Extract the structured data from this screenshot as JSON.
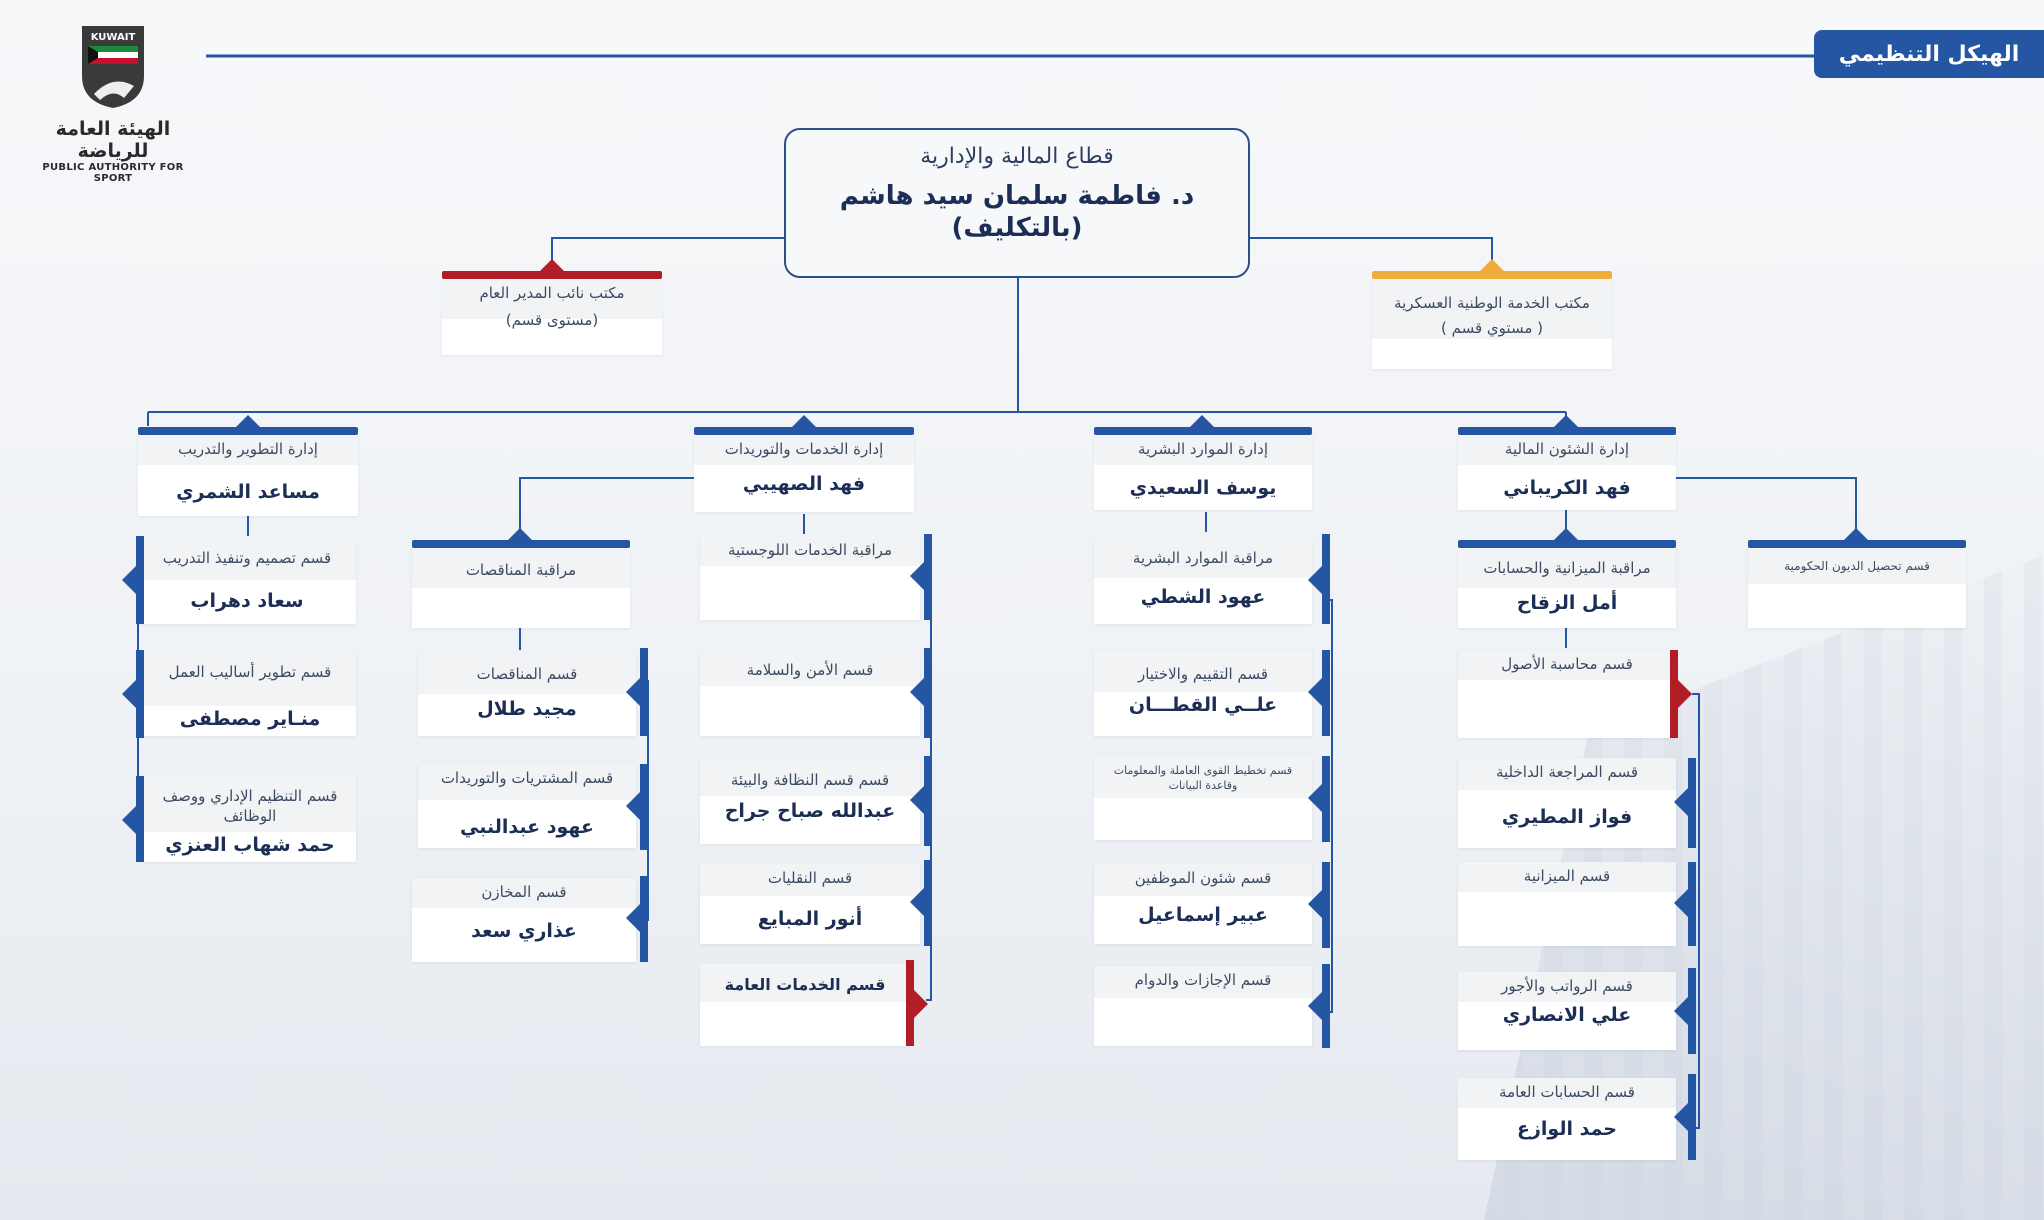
{
  "page_title": "الهيكل التنظيمي",
  "logo": {
    "arabic_name": "الهيئة العامة للرياضة",
    "english_name": "PUBLIC AUTHORITY FOR SPORT",
    "emblem_text": "KUWAIT"
  },
  "head": {
    "sector": "قطاع المالية والإدارية",
    "name": "د. فاطمة سلمان سيد هاشم",
    "note": "(بالتكليف)"
  },
  "offices": {
    "deputy": {
      "title": "مكتب نائب المدير العام",
      "level": "(مستوى قسم)"
    },
    "military": {
      "title": "مكتب الخدمة الوطنية العسكرية",
      "level": "( مستوي قسم )"
    }
  },
  "depts": {
    "finance": {
      "title": "إدارة الشئون المالية",
      "name": "فهد الكريباني",
      "debt": "قسم تحصيل الديون الحكومية",
      "budget_ctrl": {
        "title": "مراقبة الميزانية والحسابات",
        "name": "أمل الزقاح"
      },
      "asset": "قسم محاسبة الأصول",
      "audit": {
        "title": "قسم المراجعة الداخلية",
        "name": "فواز المطيري"
      },
      "budget": "قسم الميزانية",
      "salaries": {
        "title": "قسم الرواتب والأجور",
        "name": "علي الانصاري"
      },
      "general_acc": {
        "title": "قسم الحسابات العامة",
        "name": "حمد الوازع"
      }
    },
    "hr": {
      "title": "إدارة الموارد البشرية",
      "name": "يوسف السعيدي",
      "control": {
        "title": "مراقبة الموارد البشرية",
        "name": "عهود الشطي"
      },
      "eval": {
        "title": "قسم التقييم والاختيار",
        "name": "علــي القطـــان"
      },
      "planning": "قسم تخطيط القوى العاملة والمعلومات وقاعدة البيانات",
      "affairs": {
        "title": "قسم شئون الموظفين",
        "name": "عبير إسماعيل"
      },
      "leave": "قسم الإجازات والدوام"
    },
    "services": {
      "title": "إدارة الخدمات والتوريدات",
      "name": "فهد الصهيبي",
      "logistics": "مراقبة الخدمات اللوجستية",
      "security": "قسم الأمن والسلامة",
      "cleaning": {
        "title": "قسم قسم النظافة والبيئة",
        "name": "عبدالله صباح جراح"
      },
      "transport": {
        "title": "قسم النقليات",
        "name": "أنور المبايع"
      },
      "general": "قسم الخدمات العامة",
      "tenders_ctrl": "مراقبة المناقصات",
      "tenders": {
        "title": "قسم المناقصات",
        "name": "مجيد طلال"
      },
      "purchasing": {
        "title": "قسم المشتريات والتوريدات",
        "name": "عهود عبدالنبي"
      },
      "stores": {
        "title": "قسم المخازن",
        "name": "عذاري سعد"
      }
    },
    "training": {
      "title": "إدارة التطوير والتدريب",
      "name": "مساعد الشمري",
      "design": {
        "title": "قسم تصميم وتنفيذ التدريب",
        "name": "سعاد دهراب"
      },
      "methods": {
        "title": "قسم تطوير أساليب العمل",
        "name": "منـاير مصطفى"
      },
      "org": {
        "title": "قسم التنظيم الإداري ووصف الوظائف",
        "name": "حمد شهاب العنزي"
      }
    }
  }
}
